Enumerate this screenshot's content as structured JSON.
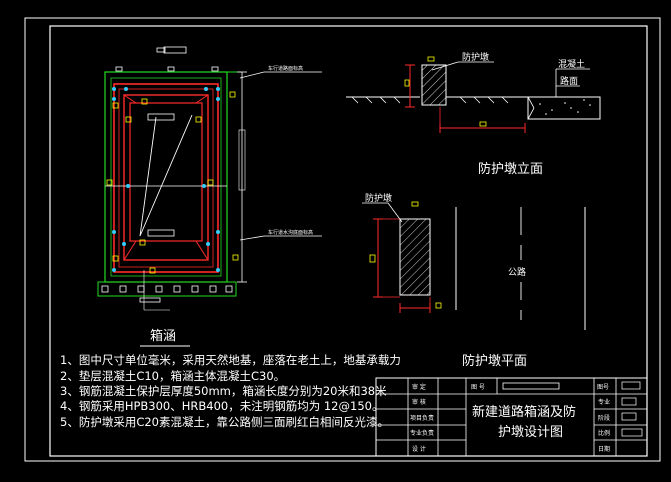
{
  "drawing": {
    "box_culvert_label": "箱涵",
    "culvert_top_leader": "车行道路面标高",
    "culvert_bottom_leader": "车行道水沟底面标高",
    "pier_elevation_title": "防护墩立面",
    "pier_plan_title": "防护墩平面",
    "pier_label_top": "防护墩",
    "pier_label_plan": "防护墩",
    "concrete_label": "混凝土",
    "road_surface_label": "路面",
    "road_label": "公路"
  },
  "notes": [
    "1、图中尺寸单位毫米，采用天然地基，座落在老土上，地基承载力",
    "2、垫层混凝土C10，箱涵主体混凝土C30。",
    "3、钢筋混凝土保护层厚度50mm，箱涵长度分别为20米和38米",
    "4、钢筋采用HPB300、HRB400，未注明钢筋均为  12@150。",
    "5、防护墩采用C20素混凝土，靠公路侧三面刷红白相间反光漆。"
  ],
  "title_block": {
    "drawing_title_line1": "新建道路箱涵及防",
    "drawing_title_line2": "护墩设计图",
    "left_labels": [
      "审 定",
      "审 核",
      "项目负责",
      "专业负责",
      "设 计"
    ],
    "top_middle_label": "图 号",
    "right_labels": [
      "专业",
      "阶段",
      "比例",
      "日期"
    ],
    "right_header": "图号"
  },
  "colors": {
    "background": "#000000",
    "frame": "#ffffff",
    "rebar": "#ff2a2a",
    "concrete": "#22dd22",
    "dimension": "#ffff00",
    "text": "#ffffff",
    "points": "#33ccff"
  }
}
